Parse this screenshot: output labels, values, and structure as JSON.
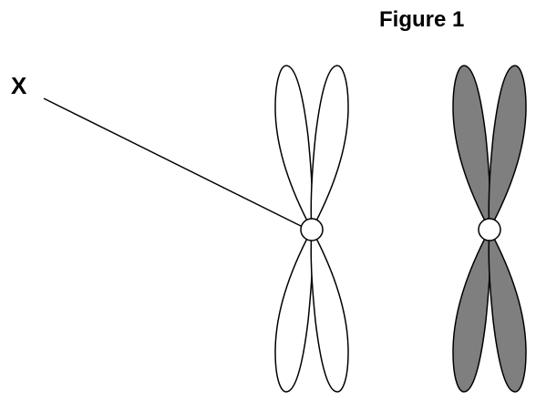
{
  "figure": {
    "title": "Figure 1",
    "label": "X"
  },
  "colors": {
    "outline": "#000000",
    "unshaded_fill": "#ffffff",
    "shaded_fill": "#7f7f7f",
    "centromere_fill": "#ffffff"
  },
  "chromosomes": [
    {
      "name": "unshaded-chromosome",
      "style": "outline-only"
    },
    {
      "name": "shaded-chromosome",
      "style": "grey-filled"
    }
  ]
}
